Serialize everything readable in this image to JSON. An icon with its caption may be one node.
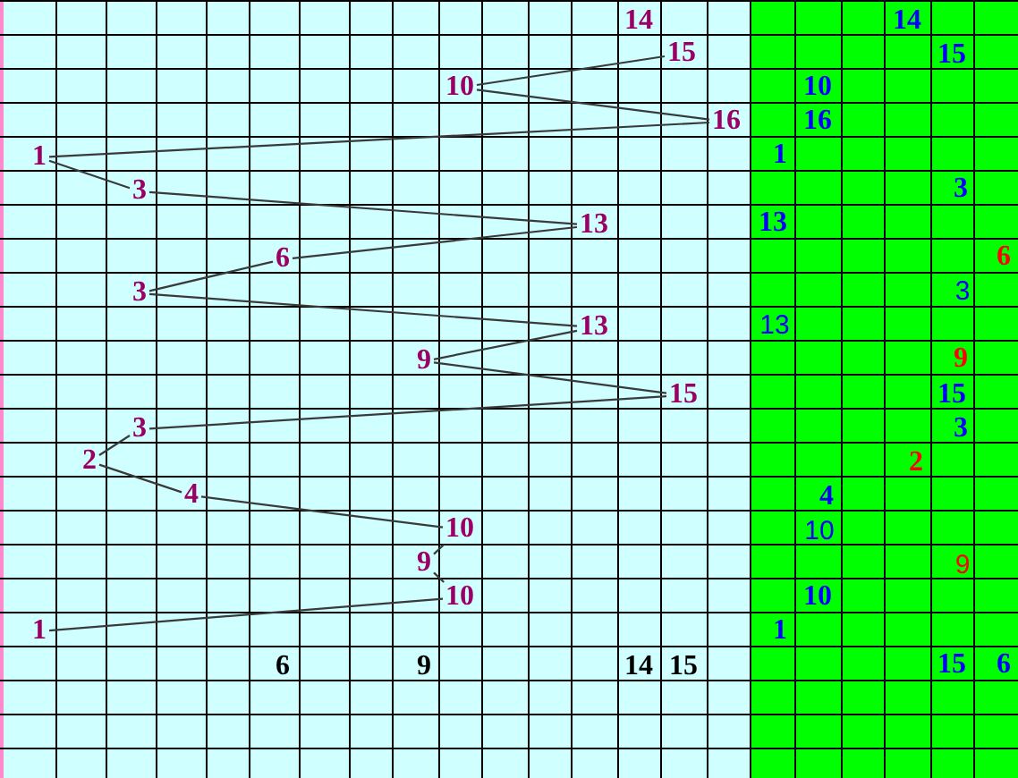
{
  "diagram": {
    "nodes": [
      {
        "text": [
          "15"
        ]
      },
      {
        "text": [
          "10"
        ]
      },
      {
        "text": [
          "16"
        ]
      },
      {
        "text": [
          "1"
        ]
      },
      {
        "text": [
          "3"
        ]
      },
      {
        "text": [
          "13"
        ]
      },
      {
        "text": [
          "6"
        ]
      },
      {
        "text": [
          "3"
        ]
      },
      {
        "text": [
          "13"
        ]
      },
      {
        "text": [
          "9"
        ]
      },
      {
        "text": [
          "15"
        ]
      },
      {
        "text": [
          "3"
        ]
      },
      {
        "text": [
          "2"
        ]
      },
      {
        "text": [
          "4"
        ]
      },
      {
        "text": [
          "10"
        ]
      },
      {
        "text": [
          "9"
        ]
      },
      {
        "text": [
          "10"
        ]
      },
      {
        "text": [
          "1"
        ]
      }
    ],
    "edges": [
      {
        "from": 0,
        "to": 1,
        "arrow": "none"
      },
      {
        "from": 1,
        "to": 2,
        "arrow": "none"
      },
      {
        "from": 2,
        "to": 3,
        "arrow": "none"
      },
      {
        "from": 3,
        "to": 4,
        "arrow": "none"
      },
      {
        "from": 4,
        "to": 5,
        "arrow": "none"
      },
      {
        "from": 5,
        "to": 6,
        "arrow": "none"
      },
      {
        "from": 6,
        "to": 7,
        "arrow": "none"
      },
      {
        "from": 7,
        "to": 8,
        "arrow": "none"
      },
      {
        "from": 8,
        "to": 9,
        "arrow": "none"
      },
      {
        "from": 9,
        "to": 10,
        "arrow": "none"
      },
      {
        "from": 10,
        "to": 11,
        "arrow": "none"
      },
      {
        "from": 11,
        "to": 12,
        "arrow": "none"
      },
      {
        "from": 12,
        "to": 13,
        "arrow": "none"
      },
      {
        "from": 13,
        "to": 14,
        "arrow": "none"
      },
      {
        "from": 14,
        "to": 15,
        "arrow": "none"
      },
      {
        "from": 15,
        "to": 16,
        "arrow": "none"
      },
      {
        "from": 16,
        "to": 17,
        "arrow": "none"
      }
    ],
    "labels": [
      "14",
      "14",
      "15",
      "10",
      "16",
      "1",
      "3",
      "13",
      "6",
      "3",
      "13",
      "9",
      "15",
      "3",
      "2",
      "4",
      "10",
      "9",
      "10",
      "1",
      "6",
      "9",
      "14",
      "15",
      "15",
      "6"
    ]
  }
}
